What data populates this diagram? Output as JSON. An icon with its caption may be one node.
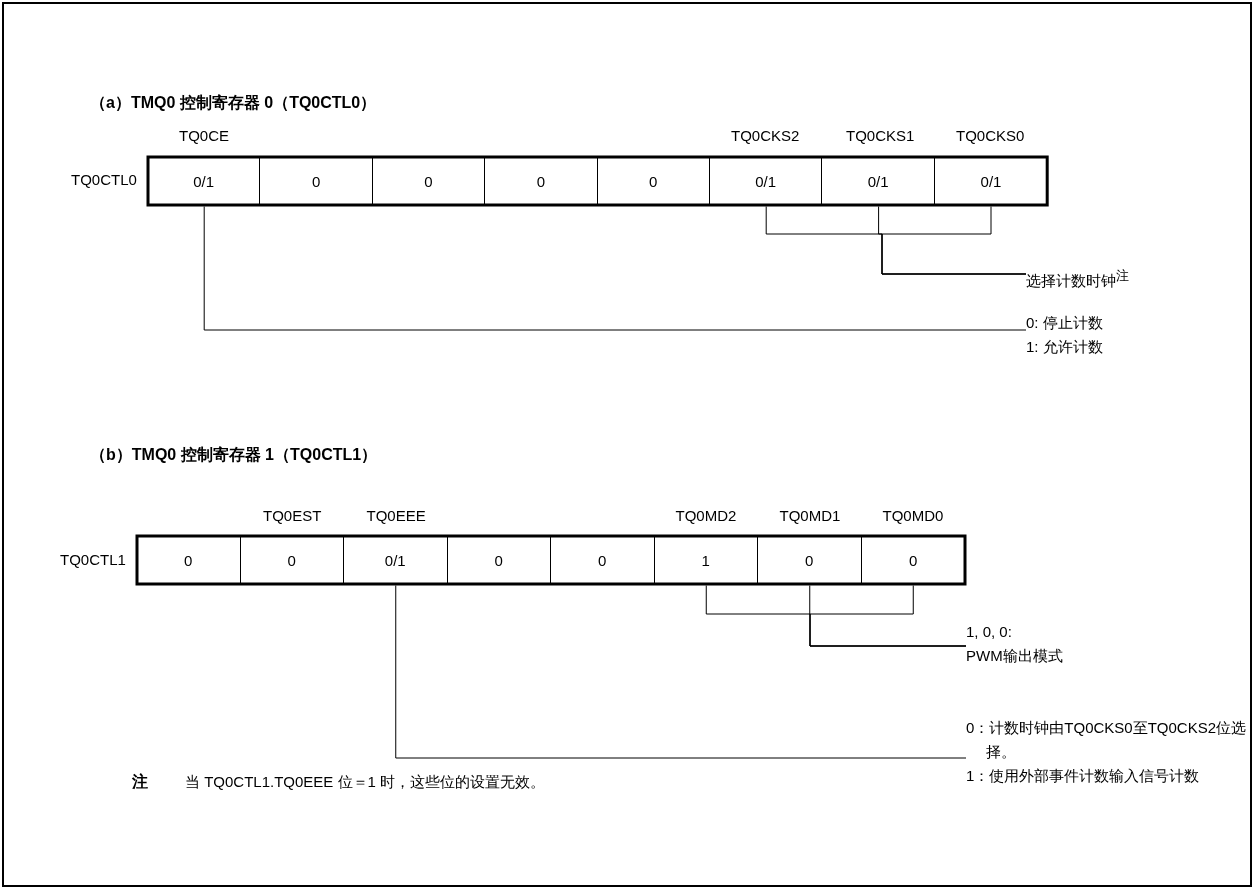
{
  "diagram": {
    "nodes": [
      {
        "text": [
          "0/1"
        ]
      },
      {
        "text": [
          "0"
        ]
      },
      {
        "text": [
          "0"
        ]
      },
      {
        "text": [
          "0"
        ]
      },
      {
        "text": [
          "0"
        ]
      },
      {
        "text": [
          "0/1"
        ]
      },
      {
        "text": [
          "0/1"
        ]
      },
      {
        "text": [
          "0/1"
        ]
      },
      {
        "text": [
          "选择计数时钟$^{注}$"
        ]
      },
      {
        "text": [
          "0: 停止计数",
          "1: 允许计数"
        ]
      },
      {
        "text": [
          "0"
        ]
      },
      {
        "text": [
          "0"
        ]
      },
      {
        "text": [
          "0/1"
        ]
      },
      {
        "text": [
          "0"
        ]
      },
      {
        "text": [
          "0"
        ]
      },
      {
        "text": [
          "1"
        ]
      },
      {
        "text": [
          "0"
        ]
      },
      {
        "text": [
          "0"
        ]
      },
      {
        "text": [
          "1, 0, 0:",
          "PWM输出模式"
        ]
      },
      {
        "text": [
          "0：计数时钟由TQ0CKS0至TQ0CKS2位选择。",
          "1：使用外部事件计数输入信号计数"
        ]
      }
    ],
    "edges": [
      {
        "from": 5,
        "to": 8,
        "arrow": "none"
      },
      {
        "from": 6,
        "to": 8,
        "arrow": "none"
      },
      {
        "from": 7,
        "to": 8,
        "arrow": "none"
      },
      {
        "from": 0,
        "to": 9,
        "arrow": "none"
      },
      {
        "from": 15,
        "to": 18,
        "arrow": "none"
      },
      {
        "from": 16,
        "to": 18,
        "arrow": "none"
      },
      {
        "from": 17,
        "to": 18,
        "arrow": "none"
      },
      {
        "from": 12,
        "to": 19,
        "arrow": "none"
      }
    ],
    "labels": [
      "（a）TMQ0 控制寄存器 0（TQ0CTL0）",
      "TQ0CE",
      "TQ0CKS2",
      "TQ0CKS1",
      "TQ0CKS0",
      "TQ0CTL0",
      "（b）TMQ0 控制寄存器 1（TQ0CTL1）",
      "TQ0EST",
      "TQ0EEE",
      "TQ0MD2",
      "TQ0MD1",
      "TQ0MD0",
      "TQ0CTL1",
      "注",
      "当 TQ0CTL1.TQ0EEE 位＝1 时，这些位的设置无效。"
    ]
  }
}
